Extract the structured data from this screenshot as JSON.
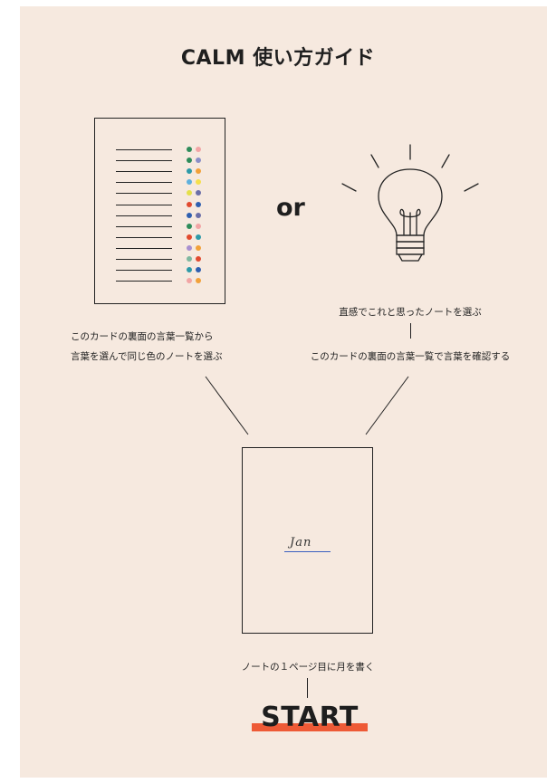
{
  "title": "CALM 使い方ガイド",
  "or_label": "or",
  "left_caption": [
    "このカードの裏面の言葉一覧から",
    "言葉を選んで同じ色のノートを選ぶ"
  ],
  "right_caption_top": "直感でこれと思ったノートを選ぶ",
  "right_caption_bottom": "このカードの裏面の言葉一覧で言葉を確認する",
  "note_month": "Jan",
  "bottom_caption": "ノートの１ページ目に月を書く",
  "start_label": "START",
  "colors": {
    "background": "#f6e9df",
    "accent": "#ee5a36",
    "line": "#222222",
    "underline": "#3a5fbf"
  },
  "icons": {
    "list_card": "word-list-card-icon",
    "lightbulb": "lightbulb-icon",
    "note": "notebook-icon"
  },
  "dot_colors": [
    [
      "#2e8c5a",
      "#f2a5a5"
    ],
    [
      "#2e8c5a",
      "#8a8fc7"
    ],
    [
      "#2e9aa8",
      "#f2a13a"
    ],
    [
      "#5fb0dd",
      "#f5e04c"
    ],
    [
      "#e4e04a",
      "#6b6fa8"
    ],
    [
      "#e14a2f",
      "#2f5fb0"
    ],
    [
      "#2f5fb0",
      "#6b6fa8"
    ],
    [
      "#2e8c5a",
      "#f2a5a5"
    ],
    [
      "#e14a2f",
      "#2e9aa8"
    ],
    [
      "#a88fd0",
      "#f2a13a"
    ],
    [
      "#7fb8a0",
      "#e14a2f"
    ],
    [
      "#2e9aa8",
      "#2f5fb0"
    ],
    [
      "#f2a5a5",
      "#f2a13a"
    ]
  ]
}
